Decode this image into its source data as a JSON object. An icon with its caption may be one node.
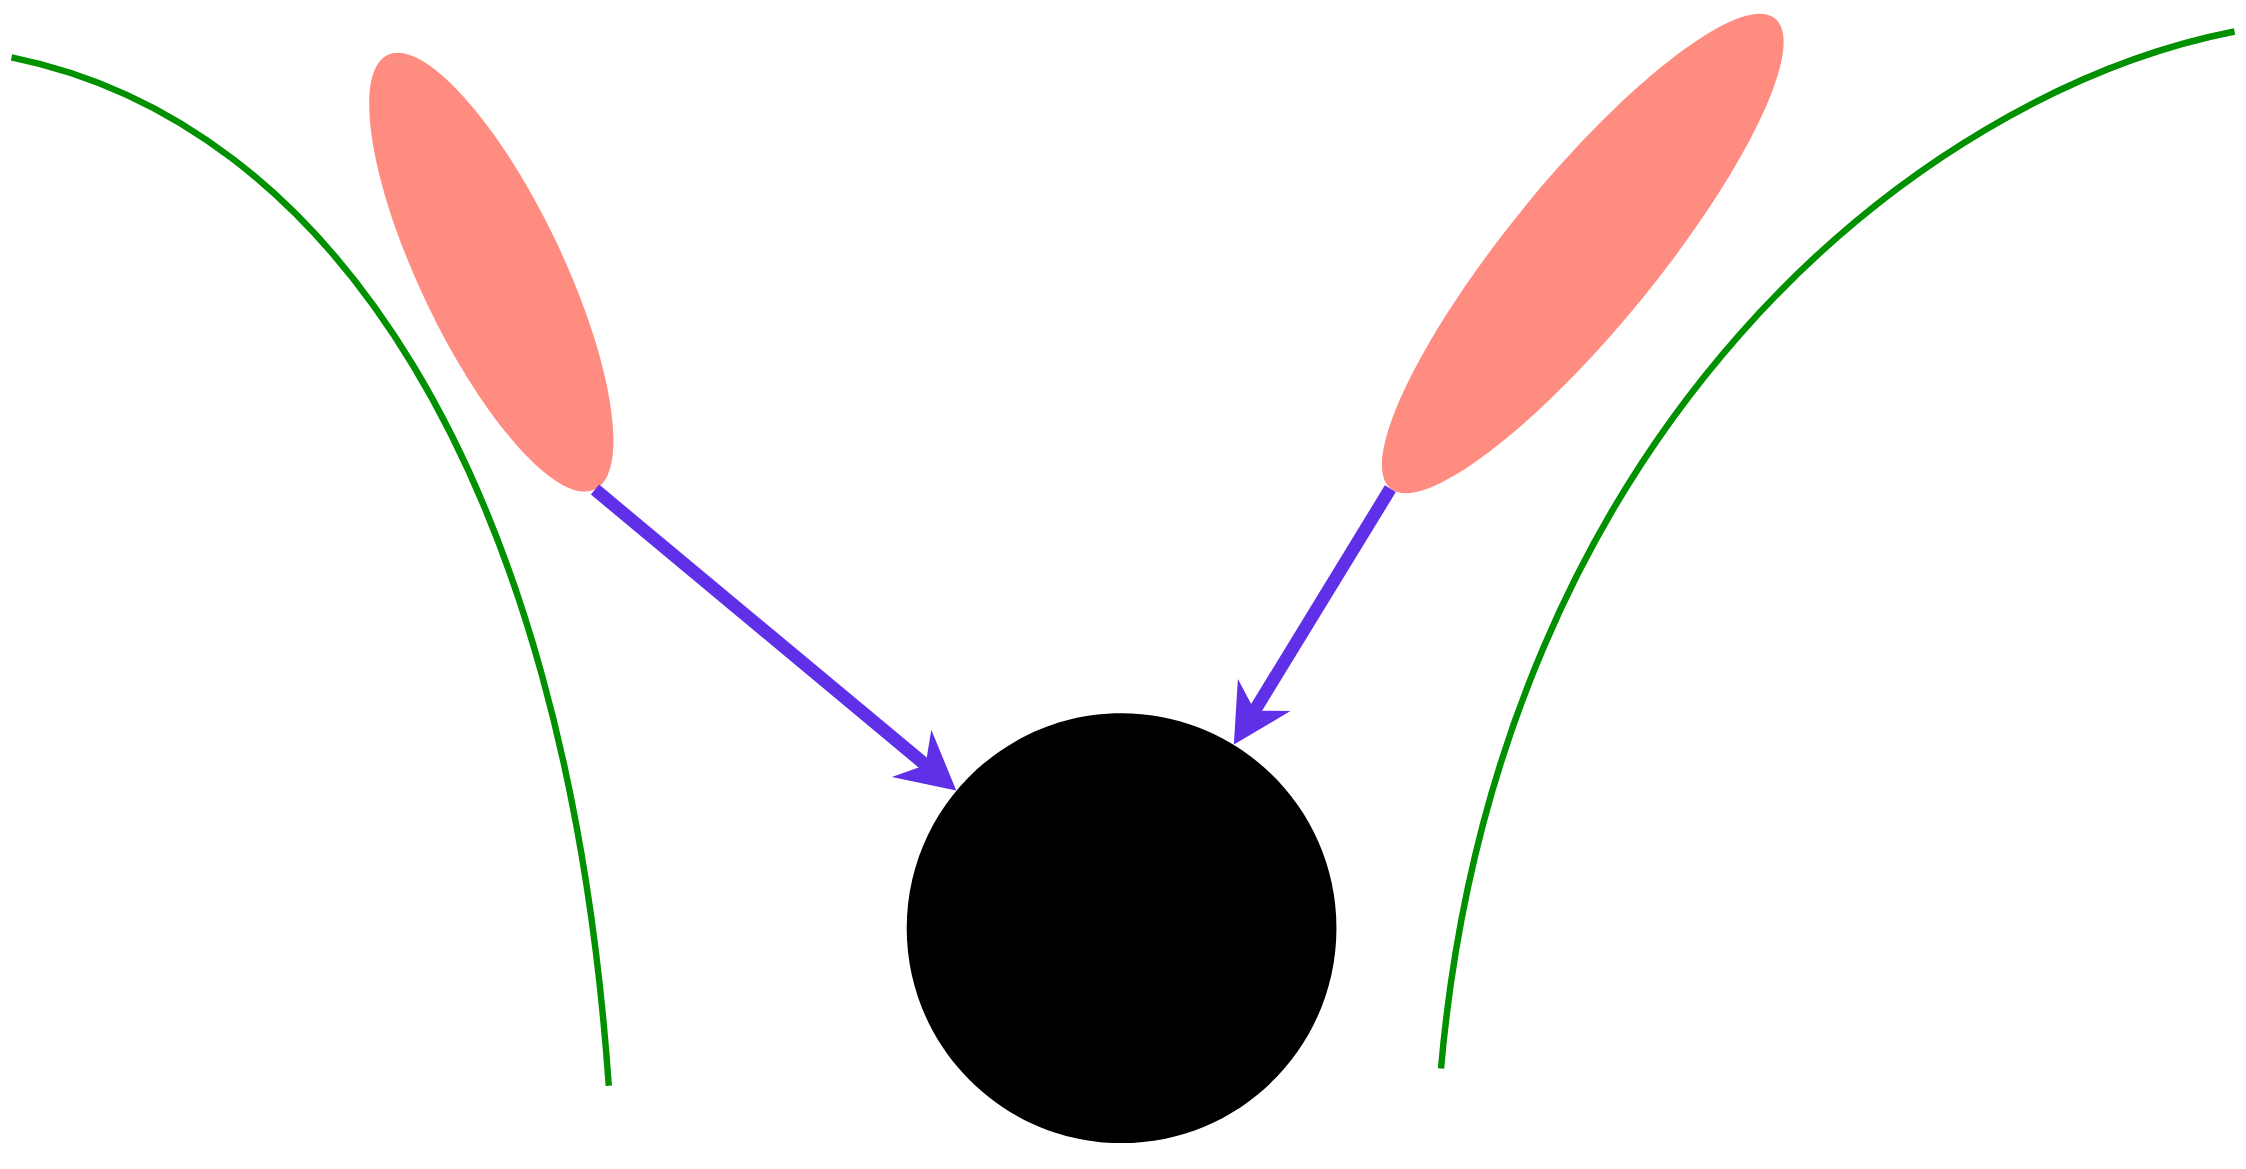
{
  "diagram": {
    "nodes": [
      {
        "text": [],
        "shape": "ellipse"
      },
      {
        "text": [],
        "shape": "ellipse"
      },
      {
        "text": [],
        "shape": "circle"
      }
    ],
    "edges": [
      {
        "from": 0,
        "to": 2,
        "arrow": "to"
      },
      {
        "from": 1,
        "to": 2,
        "arrow": "to"
      }
    ]
  }
}
